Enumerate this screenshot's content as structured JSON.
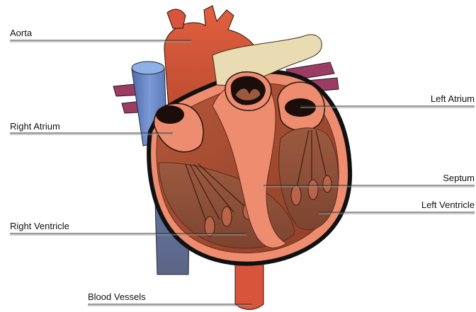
{
  "diagram": {
    "labels": {
      "aorta": "Aorta",
      "right_atrium": "Right Atrium",
      "right_ventricle": "Right Ventricle",
      "blood_vessels": "Blood Vessels",
      "left_atrium": "Left Atrium",
      "septum": "Septum",
      "left_ventricle": "Left Ventricle"
    },
    "colors": {
      "aorta_red": "#d8543a",
      "vein_blue": "#6f8fcf",
      "vein_blue_dark": "#5a6fa6",
      "pulmonary_artery_tan": "#e9dcb3",
      "pulmonary_vein_purple": "#9b3c63",
      "muscle_dark": "#a9482f",
      "muscle_light": "#ee8c6f",
      "chamber_brown": "#8a4a33",
      "outline_black": "#111111"
    }
  }
}
